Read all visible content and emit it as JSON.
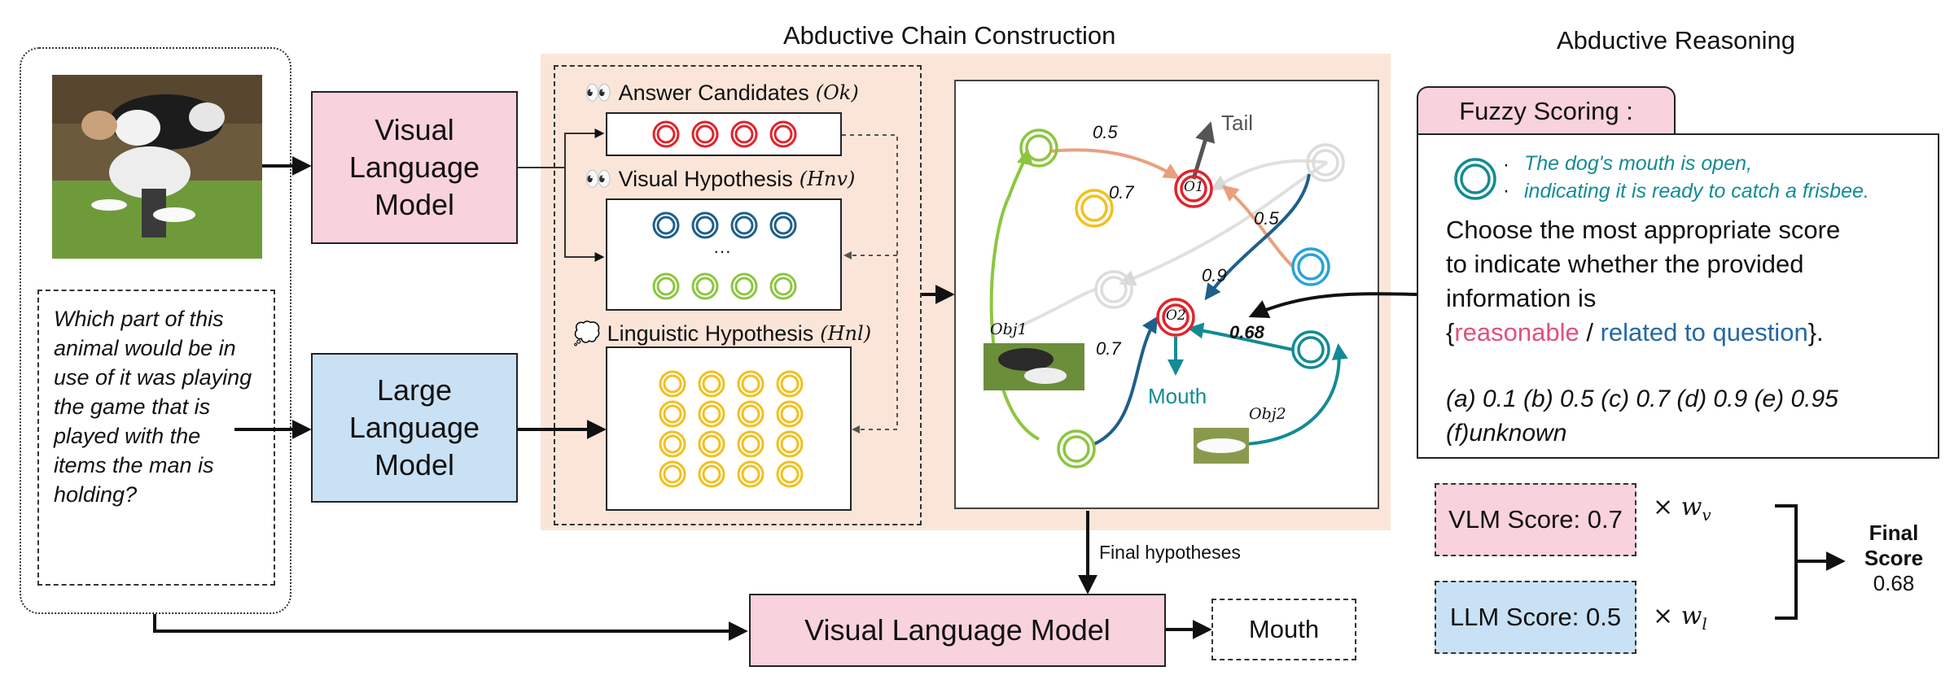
{
  "titles": {
    "construction": "Abductive Chain Construction",
    "reasoning": "Abductive Reasoning"
  },
  "question": "Which part of this animal would be in use of  it was playing the game that is played with the items the man is holding?",
  "models": {
    "vlm_top": "Visual Language Model",
    "llm": "Large Language Model",
    "vlm_bottom": "Visual Language Model"
  },
  "hypotheses": {
    "answer_label": "Answer Candidates",
    "answer_math": "(Ok)",
    "visual_label": "Visual Hypothesis",
    "visual_math": "(Hnv)",
    "linguistic_label": "Linguistic Hypothesis",
    "linguistic_math": "(Hnl)",
    "ellipsis": "···"
  },
  "graph": {
    "tail": "Tail",
    "mouth": "Mouth",
    "o1": "O1",
    "o2": "O2",
    "obj1": "Obj1",
    "obj2": "Obj2",
    "weights": [
      "0.5",
      "0.7",
      "0.5",
      "0.9",
      "0.7",
      "0.68"
    ]
  },
  "final_hypotheses": "Final hypotheses",
  "output_answer": "Mouth",
  "fuzzy": {
    "tab": "Fuzzy Scoring :",
    "hypothesis_line1": "The dog's mouth is open,",
    "hypothesis_line2": "indicating it is ready to catch a frisbee.",
    "prompt_line1": "Choose the most appropriate score",
    "prompt_line2": "to indicate whether the provided",
    "prompt_line3": "information is",
    "brace_open": "{",
    "reasonable": "reasonable",
    "slash": " / ",
    "related": "related to question",
    "brace_close": "}.",
    "options_line1": "(a) 0.1 (b) 0.5 (c) 0.7 (d) 0.9 (e) 0.95",
    "options_line2": "(f)unknown"
  },
  "scores": {
    "vlm": "VLM Score: 0.7",
    "llm": "LLM Score: 0.5",
    "times": "×",
    "wv_base": "w",
    "wv_sub": "v",
    "wl_base": "w",
    "wl_sub": "l",
    "final_label_1": "Final",
    "final_label_2": "Score",
    "final_value": "0.68"
  },
  "colors": {
    "red": "#e0242c",
    "blue_dark": "#1f5f8b",
    "green": "#8cc63f",
    "yellow": "#f2c01e",
    "teal": "#138b94",
    "cyan": "#29a3d8",
    "pink_text": "#e0517a",
    "blue_text": "#2467a6",
    "panel_bg": "#fbe5d9",
    "vlm_bg": "#f8d2dc",
    "llm_bg": "#c9e1f4"
  }
}
